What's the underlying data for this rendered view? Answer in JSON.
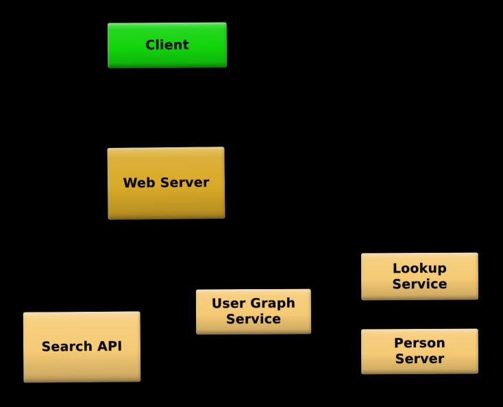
{
  "diagram": {
    "background": "#000000",
    "text_color": "#0a0a0a",
    "nodes": {
      "client": {
        "label": "Client",
        "color": "#12d40c"
      },
      "web_server": {
        "label": "Web Server",
        "color": "#d9aa28"
      },
      "search_api": {
        "label": "Search API",
        "color": "#f5ca74"
      },
      "user_graph_service": {
        "label": "User Graph\nService",
        "color": "#f5ca74"
      },
      "lookup_service": {
        "label": "Lookup\nService",
        "color": "#f5ca74"
      },
      "person_server": {
        "label": "Person\nServer",
        "color": "#f5ca74"
      }
    }
  }
}
